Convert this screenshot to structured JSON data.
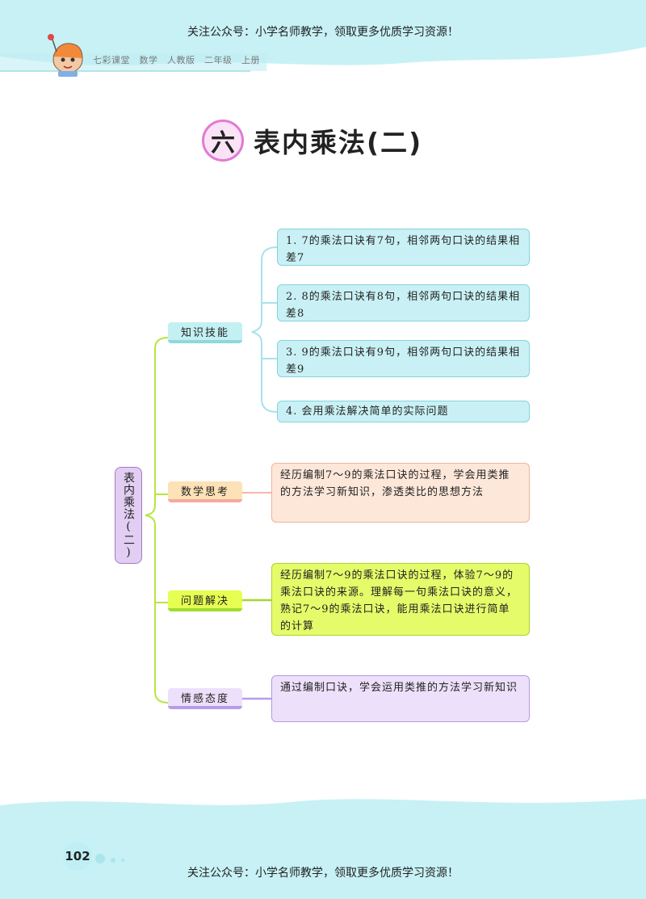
{
  "promo_top": "关注公众号：小学名师教学，领取更多优质学习资源！",
  "promo_bottom": "关注公众号：小学名师教学，领取更多优质学习资源！",
  "header": "七彩课堂　数学　人教版　二年级　上册",
  "chapter": {
    "number": "六",
    "title": "表内乘法(二)"
  },
  "root": "表内乘法(二)",
  "branches": {
    "knowledge": {
      "label": "知识技能",
      "items": [
        "1. 7的乘法口诀有7句，相邻两句口诀的结果相差7",
        "2. 8的乘法口诀有8句，相邻两句口诀的结果相差8",
        "3. 9的乘法口诀有9句，相邻两句口诀的结果相差9",
        "4. 会用乘法解决简单的实际问题"
      ]
    },
    "thinking": {
      "label": "数学思考",
      "text": "经历编制7～9的乘法口诀的过程，学会用类推的方法学习新知识，渗透类比的思想方法"
    },
    "problem": {
      "label": "问题解决",
      "text": "经历编制7～9的乘法口诀的过程，体验7～9的乘法口诀的来源。理解每一句乘法口诀的意义，熟记7～9的乘法口诀，能用乘法口诀进行简单的计算"
    },
    "attitude": {
      "label": "情感态度",
      "text": "通过编制口诀，学会运用类推的方法学习新知识"
    }
  },
  "page_number": "102",
  "colors": {
    "band": "#bfeff4",
    "knowledge": "#c9f1f5",
    "thinking": "#fde7d9",
    "problem": "#e5fb6a",
    "attitude": "#ede0fb"
  }
}
